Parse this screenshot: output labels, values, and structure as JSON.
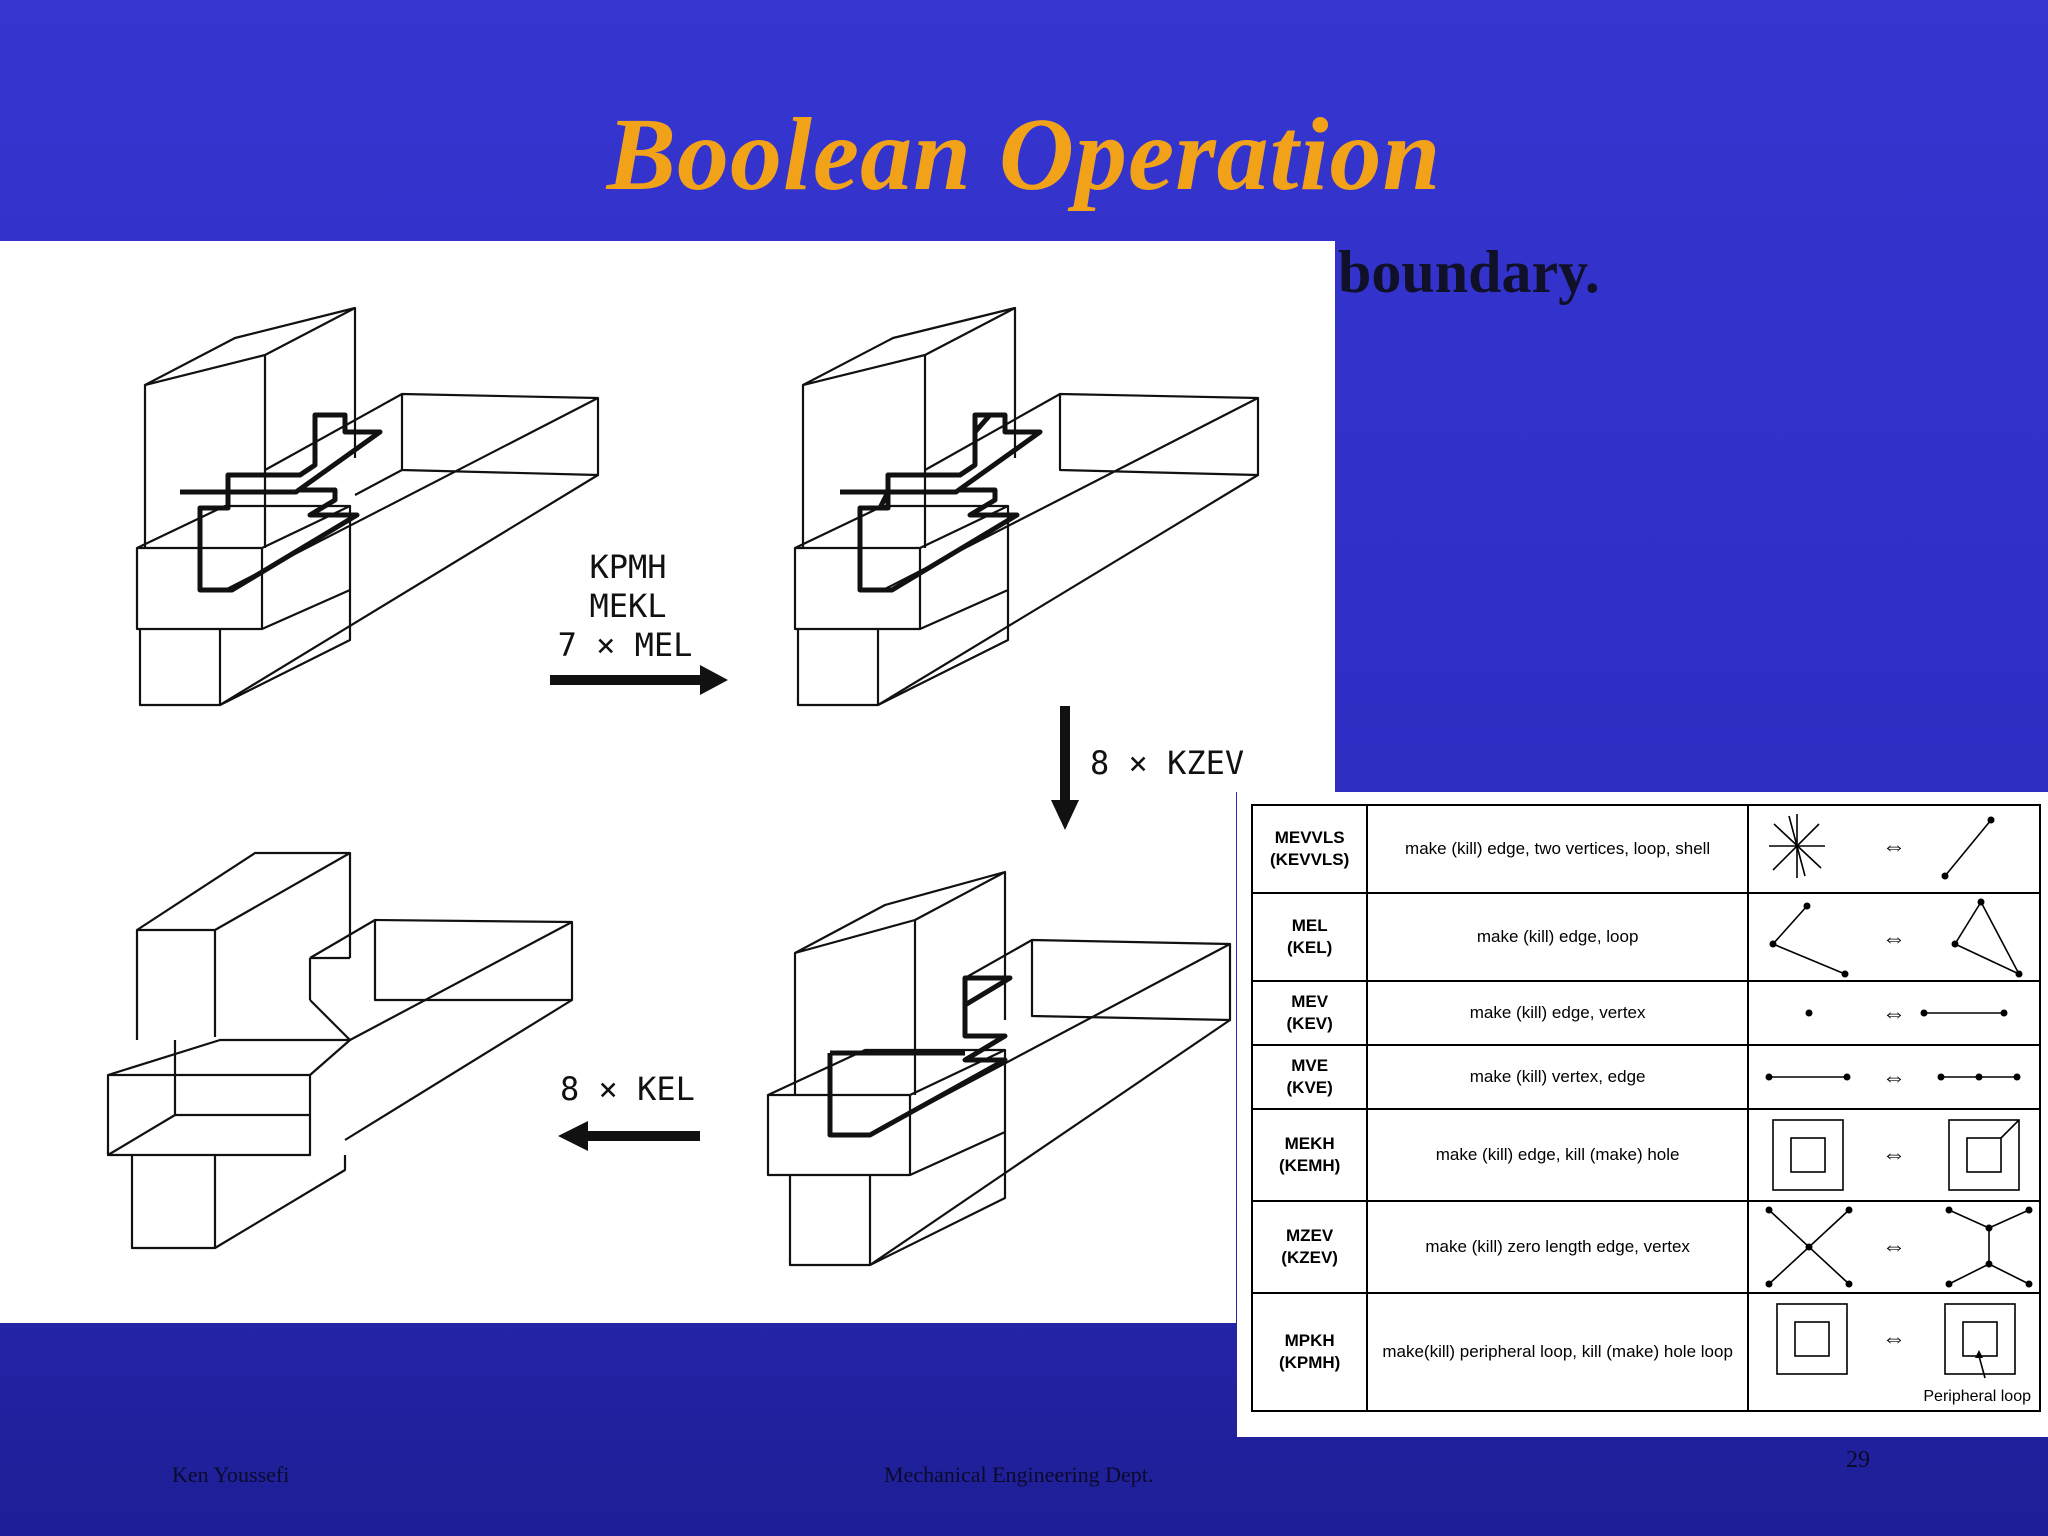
{
  "slide": {
    "title": "Boolean Operation",
    "bullet_fragment": "boundary.",
    "footer_left": "Ken Youssefi",
    "footer_center": "Mechanical Engineering Dept.",
    "page_number": "29"
  },
  "figure": {
    "step1_ops": [
      "KPMH",
      "MEKL",
      "7 × MEL"
    ],
    "step2_op": "8 × KZEV",
    "step3_op": "8 × KEL"
  },
  "euler_table": {
    "rows": [
      {
        "op": "MEVVLS\n(KEVVLS)",
        "desc": "make (kill) edge, two vertices, loop, shell"
      },
      {
        "op": "MEL\n(KEL)",
        "desc": "make (kill) edge, loop"
      },
      {
        "op": "MEV\n(KEV)",
        "desc": "make (kill) edge, vertex"
      },
      {
        "op": "MVE\n(KVE)",
        "desc": "make (kill) vertex, edge"
      },
      {
        "op": "MEKH\n(KEMH)",
        "desc": "make (kill) edge, kill (make) hole"
      },
      {
        "op": "MZEV\n(KZEV)",
        "desc": "make (kill) zero length edge, vertex"
      },
      {
        "op": "MPKH\n(KPMH)",
        "desc": "make(kill) peripheral loop, kill (make) hole loop"
      }
    ],
    "arrow_symbol": "⇔",
    "peripheral_loop_label": "Peripheral loop"
  }
}
